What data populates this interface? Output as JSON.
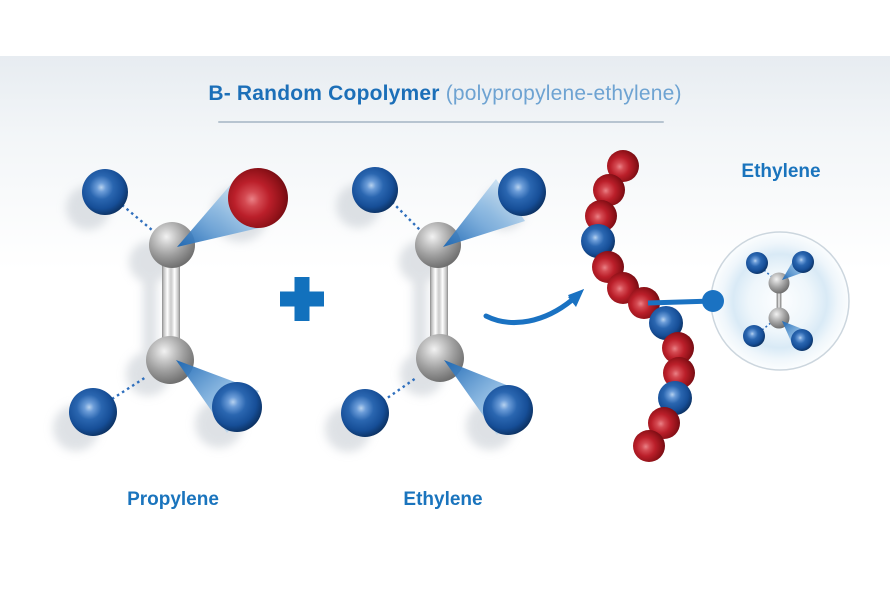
{
  "header": {
    "title_bold": "B- Random Copolymer",
    "title_light": "(polypropylene-ethylene)"
  },
  "labels": {
    "left_molecule": "Propylene",
    "right_molecule": "Ethylene",
    "inset_molecule": "Ethylene"
  },
  "icons": {
    "plus": "+",
    "arrow": "curved-right-arrow"
  },
  "colors": {
    "accent_blue": "#1a72c2",
    "title_blue": "#1c6fb8",
    "title_light_blue": "#6ea3d2",
    "atom_blue": "#1b4f97",
    "atom_red": "#b91e27",
    "atom_gray": "#9a9a9a",
    "rule_gray": "#b7c4d0"
  },
  "chain": {
    "sequence": [
      "red",
      "red",
      "red",
      "blue",
      "red",
      "red",
      "red",
      "blue",
      "red",
      "red",
      "blue",
      "red",
      "red"
    ]
  }
}
